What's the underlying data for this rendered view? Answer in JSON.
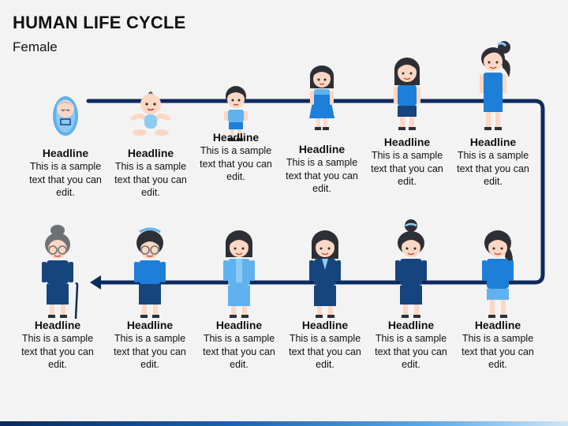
{
  "title": "HUMAN LIFE CYCLE",
  "subtitle": "Female",
  "colors": {
    "path": "#0d2a5c",
    "primary_blue": "#1e7fd8",
    "dark_blue": "#16457e",
    "light_blue": "#5fb2ee",
    "skin": "#fcd7c4",
    "hair": "#2e2f36",
    "grey_hair": "#6e7075"
  },
  "stages": [
    {
      "id": "newborn",
      "headline": "Headline",
      "text": "This is a sample text that you can edit."
    },
    {
      "id": "baby",
      "headline": "Headline",
      "text": "This is a sample text that you can edit."
    },
    {
      "id": "toddler",
      "headline": "Headline",
      "text": "This is a sample text that you can edit."
    },
    {
      "id": "child",
      "headline": "Headline",
      "text": "This is a sample text that you can edit."
    },
    {
      "id": "preteen",
      "headline": "Headline",
      "text": "This is a sample text that you can edit."
    },
    {
      "id": "teen",
      "headline": "Headline",
      "text": "This is a sample text that you can edit."
    },
    {
      "id": "elderly",
      "headline": "Headline",
      "text": "This is a sample text that you can edit."
    },
    {
      "id": "senior",
      "headline": "Headline",
      "text": "This is a sample text that you can edit."
    },
    {
      "id": "middle-aged",
      "headline": "Headline",
      "text": "This is a sample text that you can edit."
    },
    {
      "id": "adult",
      "headline": "Headline",
      "text": "This is a sample text that you can edit."
    },
    {
      "id": "young-adult",
      "headline": "Headline",
      "text": "This is a sample text that you can edit."
    },
    {
      "id": "late-teen",
      "headline": "Headline",
      "text": "This is a sample text that you can edit."
    }
  ]
}
